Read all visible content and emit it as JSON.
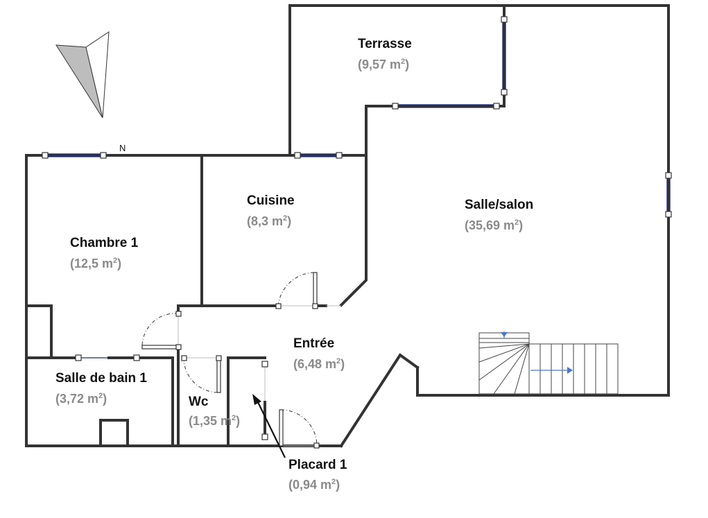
{
  "plan": {
    "compass": {
      "label": "N"
    },
    "rooms": [
      {
        "id": "terrasse",
        "name": "Terrasse",
        "area": "(9,57 m",
        "area_sup": "2",
        "area_close": ")"
      },
      {
        "id": "cuisine",
        "name": "Cuisine",
        "area": "(8,3 m",
        "area_sup": "2",
        "area_close": ")"
      },
      {
        "id": "salle-salon",
        "name": "Salle/salon",
        "area": "(35,69 m",
        "area_sup": "2",
        "area_close": ")"
      },
      {
        "id": "chambre-1",
        "name": "Chambre 1",
        "area": "(12,5 m",
        "area_sup": "2",
        "area_close": ")"
      },
      {
        "id": "entree",
        "name": "Entrée",
        "area": "(6,48 m",
        "area_sup": "2",
        "area_close": ")"
      },
      {
        "id": "salle-de-bain-1",
        "name": "Salle de bain 1",
        "area": "(3,72 m",
        "area_sup": "2",
        "area_close": ")"
      },
      {
        "id": "wc",
        "name": "Wc",
        "area": "(1,35 m",
        "area_sup": "2",
        "area_close": ")"
      },
      {
        "id": "placard-1",
        "name": "Placard 1",
        "area": "(0,94 m",
        "area_sup": "2",
        "area_close": ")"
      }
    ]
  },
  "colors": {
    "wall": "#333333",
    "window": "#1a2a7a",
    "area_text": "#8a8a8a",
    "stair_arrow": "#4a78c8"
  }
}
